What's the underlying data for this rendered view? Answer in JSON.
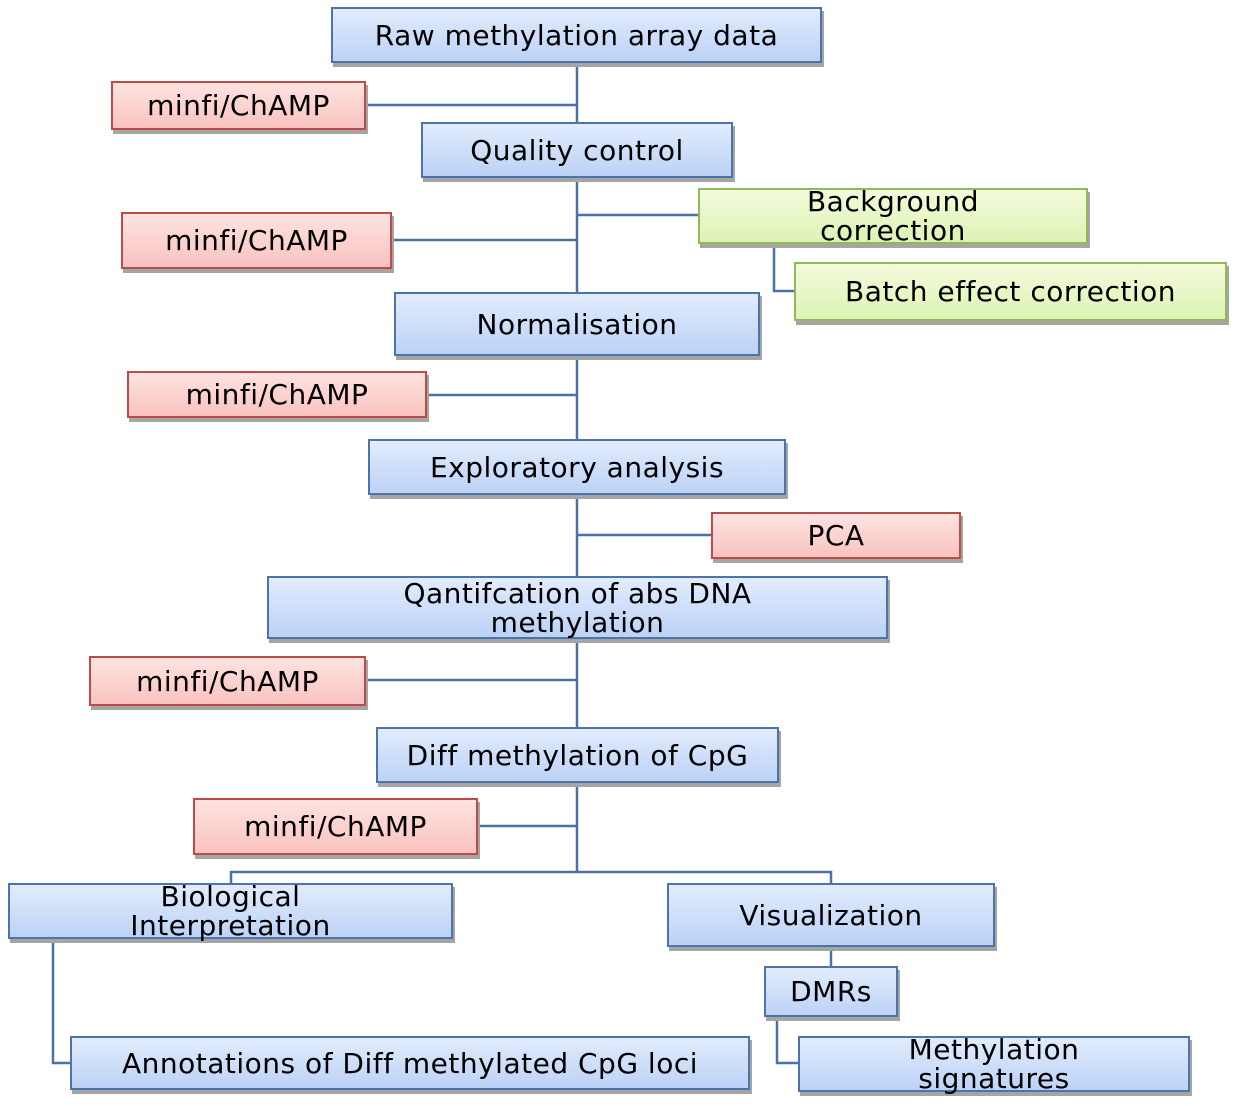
{
  "diagram": {
    "nodes": {
      "raw": "Raw methylation array data",
      "tool1": "minfi/ChAMP",
      "qc": "Quality control",
      "tool2": "minfi/ChAMP",
      "background": "Background correction",
      "batch": "Batch effect correction",
      "norm": "Normalisation",
      "tool3": "minfi/ChAMP",
      "explore": "Exploratory analysis",
      "pca": "PCA",
      "quant": "Qantifcation of abs DNA methylation",
      "tool4": "minfi/ChAMP",
      "diff": "Diff methylation of CpG",
      "tool5": "minfi/ChAMP",
      "bio": "Biological Interpretation",
      "vis": "Visualization",
      "dmrs": "DMRs",
      "annot": "Annotations of Diff methylated CpG loci",
      "sig": "Methylation signatures"
    },
    "colors": {
      "step": "#4b75aa",
      "tool": "#bd4b48",
      "correction": "#92b957",
      "connector": "#4a72a8"
    }
  }
}
